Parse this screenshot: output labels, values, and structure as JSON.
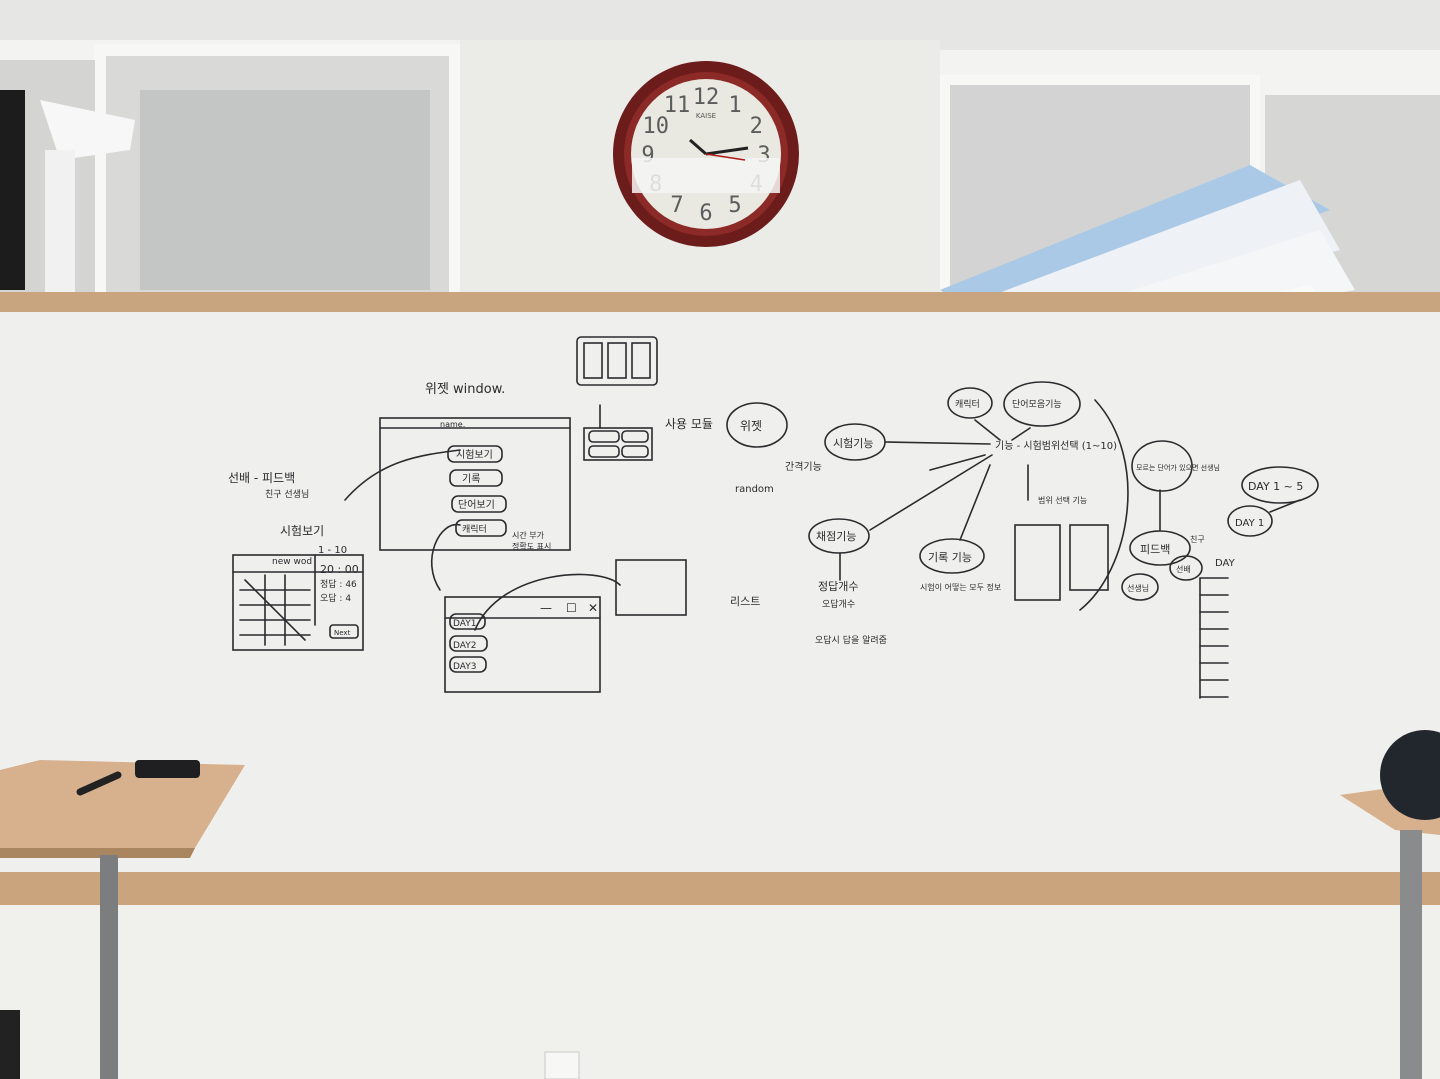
{
  "clock": {
    "brand": "KAISE",
    "numerals": [
      "12",
      "1",
      "2",
      "3",
      "4",
      "5",
      "6",
      "7",
      "8",
      "9",
      "10",
      "11"
    ]
  },
  "whiteboard": {
    "top_sketch": {
      "title": "위젯  window.",
      "window_title": "name.",
      "buttons": [
        "시험보기",
        "기록",
        "단어보기",
        "캐릭터"
      ],
      "side_note_1": "시간 부가",
      "side_note_2": "정확도 표시"
    },
    "left_sketch": {
      "flow_text": "선배 - 피드백",
      "sub_text": "친구 선생님",
      "exam_title": "시험보기",
      "header": "new wod",
      "page": "1 - 10",
      "timer": "20 : 00",
      "correct": "정답 : 46",
      "wrong": "오답 : 4",
      "button": "Next"
    },
    "day_list": {
      "items": [
        "DAY1",
        "DAY2",
        "DAY3"
      ],
      "close_marks": [
        "—",
        "☐",
        "✕"
      ]
    },
    "mind_map": {
      "use_modes": "사용 모듈",
      "widget": "위젯",
      "study": "시험기능",
      "random": "random",
      "interval": "간격기능",
      "grading": "채점기능",
      "list": "리스트",
      "correct_count": "정답개수",
      "wrong_count": "오답개수",
      "wrong_note": "오답시 답을 알려줌",
      "record": "기록 기능",
      "record_sub": "시험이 어떻는 모두 정보",
      "character": "캐릭터",
      "word_mode": "단어모음기능",
      "range_select": "기능 - 시험범위선택 (1~10)",
      "range_sub": "범위 선택 기능",
      "feedback": "피드백",
      "senior": "선배",
      "friend": "친구",
      "teacher": "선생님",
      "friend_note": "모르는 단어가 있으면 선생님",
      "day_range": "DAY 1 ~ 5",
      "day_one": "DAY 1",
      "day_axis": "DAY"
    }
  }
}
